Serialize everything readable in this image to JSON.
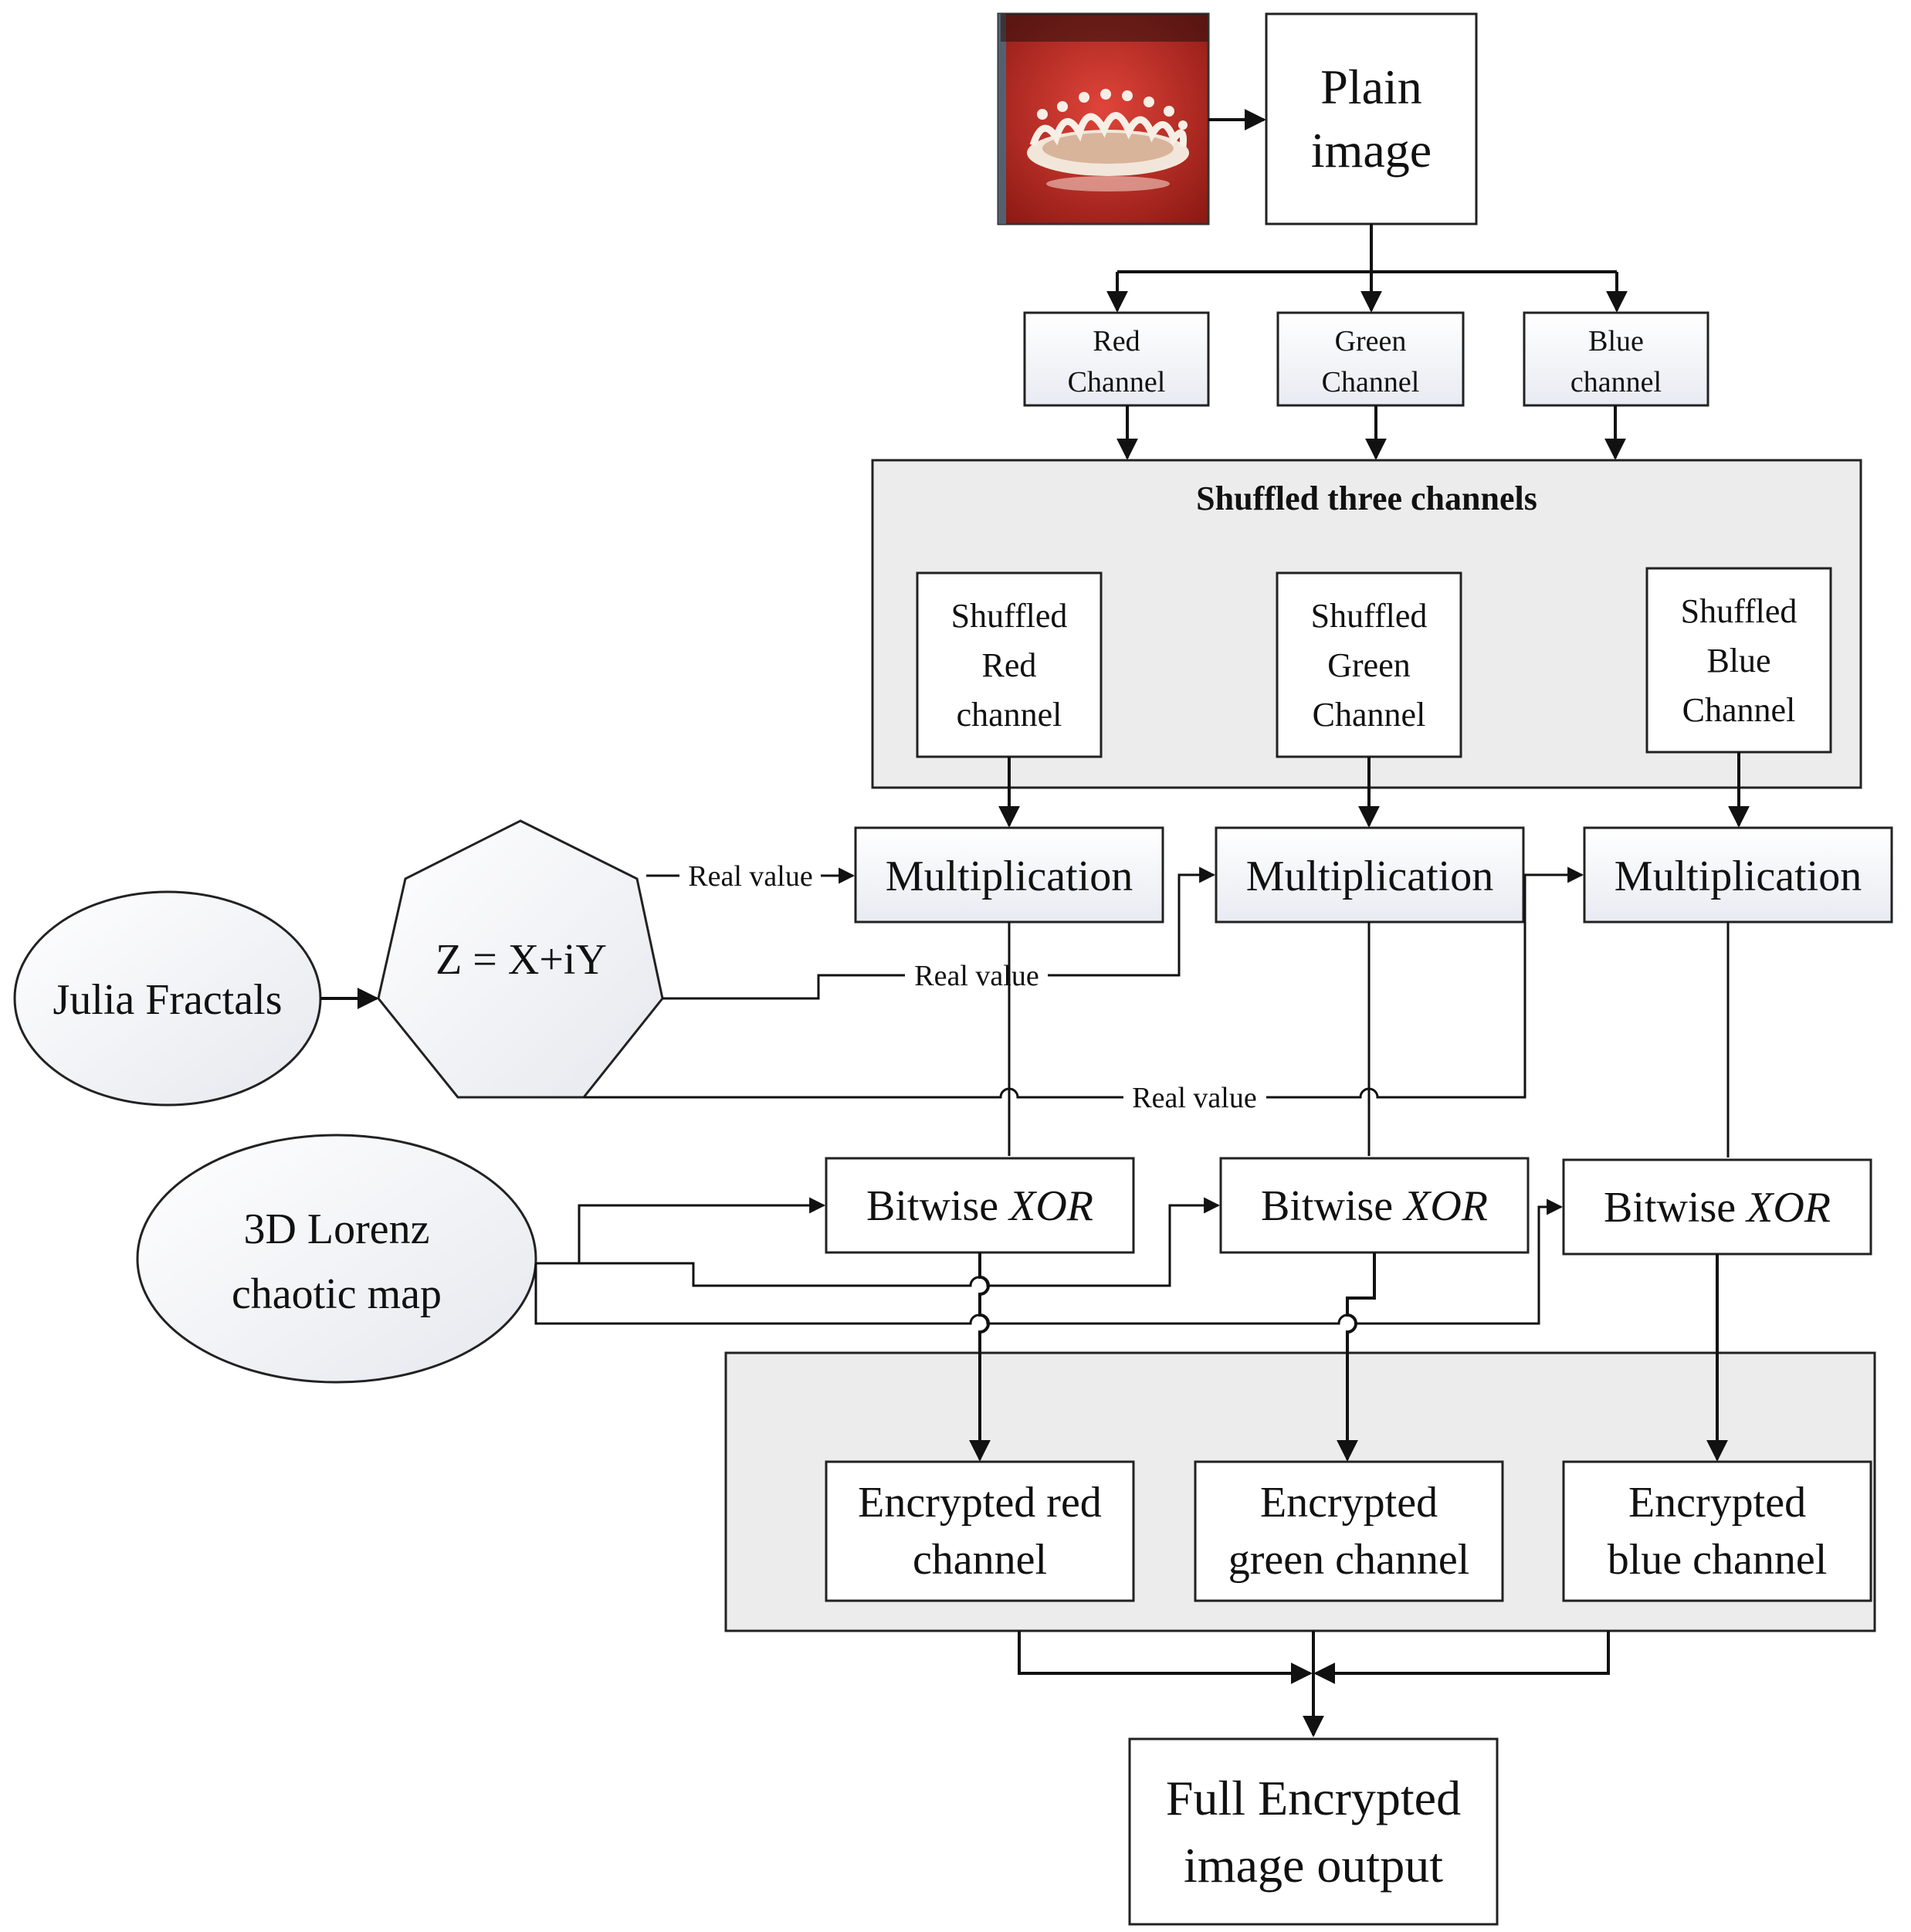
{
  "nodes": {
    "plain_image": [
      "Plain",
      "image"
    ],
    "red_channel": [
      "Red",
      "Channel"
    ],
    "green_channel": [
      "Green",
      "Channel"
    ],
    "blue_channel": [
      "Blue",
      "channel"
    ],
    "shuffled_group_title": "Shuffled three channels",
    "shuffled_red": [
      "Shuffled",
      "Red",
      "channel"
    ],
    "shuffled_green": [
      "Shuffled",
      "Green",
      "Channel"
    ],
    "shuffled_blue": [
      "Shuffled",
      "Blue",
      "Channel"
    ],
    "multiplication": "Multiplication",
    "julia": "Julia Fractals",
    "z_formula": "Z = X+iY",
    "lorenz": [
      "3D Lorenz",
      "chaotic map"
    ],
    "bitwise": "Bitwise",
    "xor": "XOR",
    "encrypted_red": [
      "Encrypted red",
      "channel"
    ],
    "encrypted_green": [
      "Encrypted",
      "green channel"
    ],
    "encrypted_blue": [
      "Encrypted",
      "blue channel"
    ],
    "output": [
      "Full Encrypted",
      "image output"
    ]
  },
  "edge_labels": {
    "real_value": "Real value"
  },
  "colors": {
    "splash_background": "#c8281e",
    "group_fill": "#ececec"
  }
}
